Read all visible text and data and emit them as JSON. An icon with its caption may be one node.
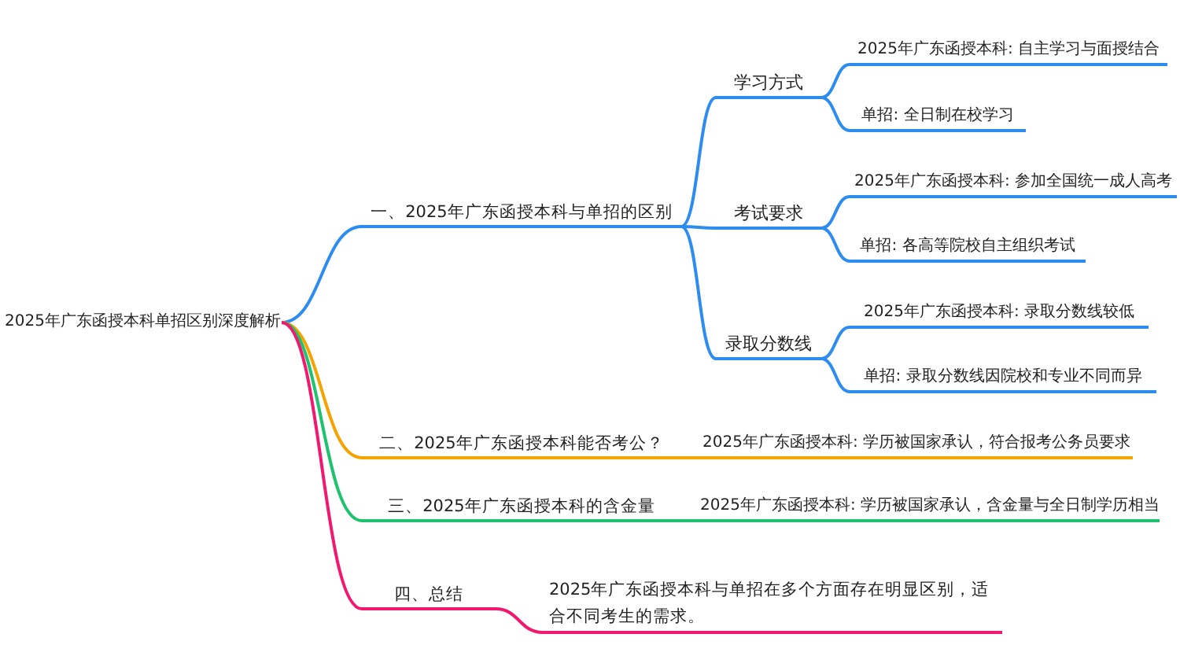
{
  "diagram": {
    "nodes": [
      {
        "text": [
          "2025年广东函授本科单招区别深度解析"
        ]
      },
      {
        "text": [
          "一、2025年广东函授本科与单招的区别"
        ]
      },
      {
        "text": [
          "学习方式"
        ]
      },
      {
        "text": [
          "2025年广东函授本科: 自主学习与面授结合"
        ]
      },
      {
        "text": [
          "单招: 全日制在校学习"
        ]
      },
      {
        "text": [
          "考试要求"
        ]
      },
      {
        "text": [
          "2025年广东函授本科: 参加全国统一成人高考"
        ]
      },
      {
        "text": [
          "单招: 各高等院校自主组织考试"
        ]
      },
      {
        "text": [
          "录取分数线"
        ]
      },
      {
        "text": [
          "2025年广东函授本科: 录取分数线较低"
        ]
      },
      {
        "text": [
          "单招: 录取分数线因院校和专业不同而异"
        ]
      },
      {
        "text": [
          "二、2025年广东函授本科能否考公？"
        ]
      },
      {
        "text": [
          "2025年广东函授本科: 学历被国家承认，符合报考公务员要求"
        ]
      },
      {
        "text": [
          "三、2025年广东函授本科的含金量"
        ]
      },
      {
        "text": [
          "2025年广东函授本科: 学历被国家承认，含金量与全日制学历相当"
        ]
      },
      {
        "text": [
          "四、总结"
        ]
      },
      {
        "text": [
          "2025年广东函授本科与单招在多个方面存在明显区别，适合不同考生的需求。"
        ]
      }
    ],
    "edges": [
      {
        "from": 0,
        "to": 1,
        "arrow": "none"
      },
      {
        "from": 1,
        "to": 2,
        "arrow": "none"
      },
      {
        "from": 2,
        "to": 3,
        "arrow": "none"
      },
      {
        "from": 2,
        "to": 4,
        "arrow": "none"
      },
      {
        "from": 1,
        "to": 5,
        "arrow": "none"
      },
      {
        "from": 5,
        "to": 6,
        "arrow": "none"
      },
      {
        "from": 5,
        "to": 7,
        "arrow": "none"
      },
      {
        "from": 1,
        "to": 8,
        "arrow": "none"
      },
      {
        "from": 8,
        "to": 9,
        "arrow": "none"
      },
      {
        "from": 8,
        "to": 10,
        "arrow": "none"
      },
      {
        "from": 0,
        "to": 11,
        "arrow": "none",
        "color": "#f5a300"
      },
      {
        "from": 11,
        "to": 12,
        "arrow": "none",
        "color": "#f5a300"
      },
      {
        "from": 0,
        "to": 13,
        "arrow": "none",
        "color": "#1fc26e"
      },
      {
        "from": 13,
        "to": 14,
        "arrow": "none",
        "color": "#1fc26e"
      },
      {
        "from": 0,
        "to": 15,
        "arrow": "none",
        "color": "#f2186f"
      },
      {
        "from": 15,
        "to": 16,
        "arrow": "none",
        "color": "#f2186f"
      }
    ]
  }
}
